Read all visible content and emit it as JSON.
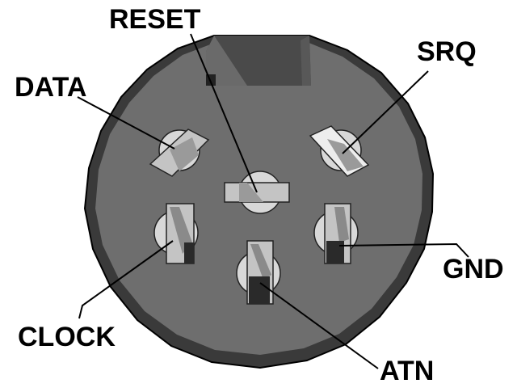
{
  "diagram": {
    "pins": {
      "reset": "RESET",
      "srq": "SRQ",
      "data": "DATA",
      "gnd": "GND",
      "clock": "CLOCK",
      "atn": "ATN"
    },
    "colors": {
      "background": "#ffffff",
      "connector_body": "#6e6e6e",
      "connector_rim": "#3a3a3a",
      "pin_light": "#d8d8d8",
      "pin_dark": "#2a2a2a",
      "leader_line": "#000000",
      "label_text": "#000000"
    }
  }
}
